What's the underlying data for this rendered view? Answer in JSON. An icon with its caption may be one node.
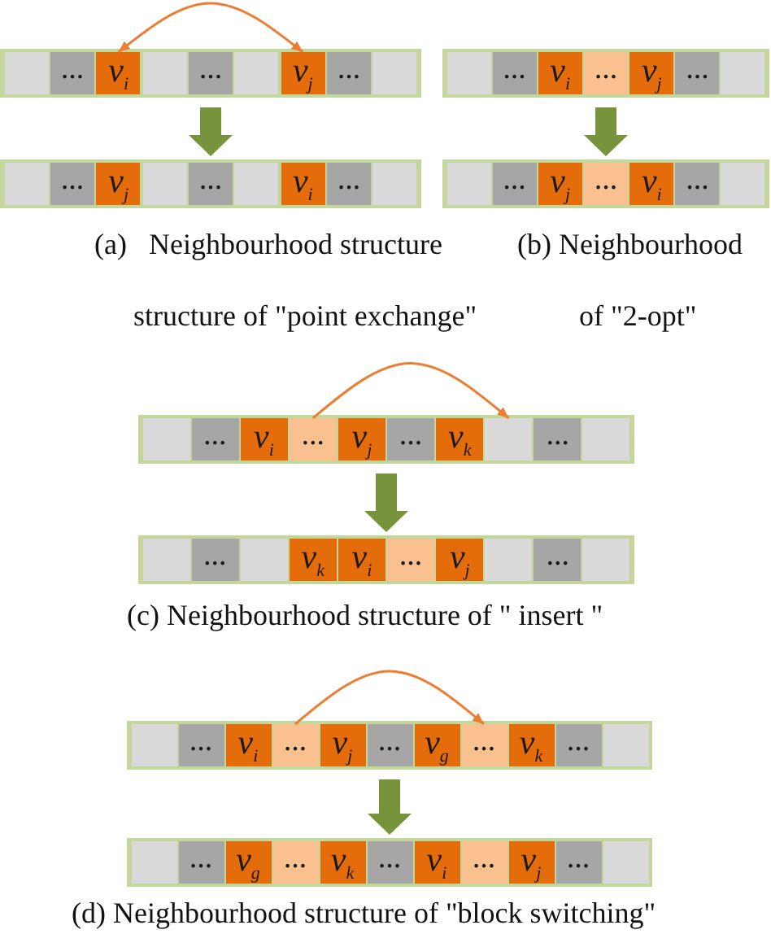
{
  "diagram": {
    "nodes": [
      {
        "text": [],
        "shape": "bar"
      },
      {
        "text": [],
        "shape": "box",
        "in": 0
      },
      {
        "text": [
          "…"
        ],
        "in": 0
      },
      {
        "text": [
          "v$_{i}$"
        ],
        "in": 0
      },
      {
        "text": [],
        "shape": "box",
        "in": 0
      },
      {
        "text": [
          "…"
        ],
        "in": 0
      },
      {
        "text": [],
        "shape": "box",
        "in": 0
      },
      {
        "text": [
          "v$_{j}$"
        ],
        "in": 0
      },
      {
        "text": [
          "…"
        ],
        "in": 0
      },
      {
        "text": [],
        "shape": "box",
        "in": 0
      },
      {
        "text": [],
        "shape": "bar"
      },
      {
        "text": [],
        "shape": "box",
        "in": 10
      },
      {
        "text": [
          "…"
        ],
        "in": 10
      },
      {
        "text": [
          "v$_{j}$"
        ],
        "in": 10
      },
      {
        "text": [],
        "shape": "box",
        "in": 10
      },
      {
        "text": [
          "…"
        ],
        "in": 10
      },
      {
        "text": [],
        "shape": "box",
        "in": 10
      },
      {
        "text": [
          "v$_{i}$"
        ],
        "in": 10
      },
      {
        "text": [
          "…"
        ],
        "in": 10
      },
      {
        "text": [],
        "shape": "box",
        "in": 10
      },
      {
        "text": [],
        "shape": "bar"
      },
      {
        "text": [],
        "shape": "box",
        "in": 20
      },
      {
        "text": [
          "…"
        ],
        "in": 20
      },
      {
        "text": [
          "v$_{i}$"
        ],
        "in": 20
      },
      {
        "text": [
          "…"
        ],
        "in": 20
      },
      {
        "text": [
          "v$_{j}$"
        ],
        "in": 20
      },
      {
        "text": [
          "…"
        ],
        "in": 20
      },
      {
        "text": [],
        "shape": "box",
        "in": 20
      },
      {
        "text": [],
        "shape": "bar"
      },
      {
        "text": [],
        "shape": "box",
        "in": 28
      },
      {
        "text": [
          "…"
        ],
        "in": 28
      },
      {
        "text": [
          "v$_{j}$"
        ],
        "in": 28
      },
      {
        "text": [
          "…"
        ],
        "in": 28
      },
      {
        "text": [
          "v$_{i}$"
        ],
        "in": 28
      },
      {
        "text": [
          "…"
        ],
        "in": 28
      },
      {
        "text": [],
        "shape": "box",
        "in": 28
      },
      {
        "text": [],
        "shape": "bar"
      },
      {
        "text": [],
        "shape": "box",
        "in": 36
      },
      {
        "text": [
          "…"
        ],
        "in": 36
      },
      {
        "text": [
          "v$_{i}$"
        ],
        "in": 36
      },
      {
        "text": [
          "…"
        ],
        "in": 36
      },
      {
        "text": [
          "v$_{j}$"
        ],
        "in": 36
      },
      {
        "text": [
          "…"
        ],
        "in": 36
      },
      {
        "text": [
          "v$_{k}$"
        ],
        "in": 36
      },
      {
        "text": [],
        "shape": "box",
        "in": 36
      },
      {
        "text": [
          "…"
        ],
        "in": 36
      },
      {
        "text": [],
        "shape": "box",
        "in": 36
      },
      {
        "text": [],
        "shape": "bar"
      },
      {
        "text": [],
        "shape": "box",
        "in": 47
      },
      {
        "text": [
          "…"
        ],
        "in": 47
      },
      {
        "text": [],
        "shape": "box",
        "in": 47
      },
      {
        "text": [
          "v$_{k}$"
        ],
        "in": 47
      },
      {
        "text": [
          "v$_{i}$"
        ],
        "in": 47
      },
      {
        "text": [
          "…"
        ],
        "in": 47
      },
      {
        "text": [
          "v$_{j}$"
        ],
        "in": 47
      },
      {
        "text": [],
        "shape": "box",
        "in": 47
      },
      {
        "text": [
          "…"
        ],
        "in": 47
      },
      {
        "text": [],
        "shape": "box",
        "in": 47
      },
      {
        "text": [],
        "shape": "bar"
      },
      {
        "text": [],
        "shape": "box",
        "in": 58
      },
      {
        "text": [
          "…"
        ],
        "in": 58
      },
      {
        "text": [
          "v$_{i}$"
        ],
        "in": 58
      },
      {
        "text": [
          "…"
        ],
        "in": 58
      },
      {
        "text": [
          "v$_{j}$"
        ],
        "in": 58
      },
      {
        "text": [
          "…"
        ],
        "in": 58
      },
      {
        "text": [
          "v$_{g}$"
        ],
        "in": 58
      },
      {
        "text": [
          "…"
        ],
        "in": 58
      },
      {
        "text": [
          "v$_{k}$"
        ],
        "in": 58
      },
      {
        "text": [
          "…"
        ],
        "in": 58
      },
      {
        "text": [],
        "shape": "box",
        "in": 58
      },
      {
        "text": [],
        "shape": "bar"
      },
      {
        "text": [],
        "shape": "box",
        "in": 70
      },
      {
        "text": [
          "…"
        ],
        "in": 70
      },
      {
        "text": [
          "v$_{g}$"
        ],
        "in": 70
      },
      {
        "text": [
          "…"
        ],
        "in": 70
      },
      {
        "text": [
          "v$_{k}$"
        ],
        "in": 70
      },
      {
        "text": [
          "…"
        ],
        "in": 70
      },
      {
        "text": [
          "v$_{i}$"
        ],
        "in": 70
      },
      {
        "text": [
          "…"
        ],
        "in": 70
      },
      {
        "text": [
          "v$_{j}$"
        ],
        "in": 70
      },
      {
        "text": [
          "…"
        ],
        "in": 70
      },
      {
        "text": [],
        "shape": "box",
        "in": 70
      }
    ],
    "edges": [
      {
        "from": 3,
        "to": 7,
        "arrow": "both",
        "color": "#ed7d31"
      },
      {
        "from": 0,
        "to": 10,
        "arrow": "to"
      },
      {
        "from": 20,
        "to": 28,
        "arrow": "to"
      },
      {
        "from": 40,
        "to": 44,
        "arrow": "to",
        "color": "#ed7d31"
      },
      {
        "from": 36,
        "to": 47,
        "arrow": "to"
      },
      {
        "from": 62,
        "to": 66,
        "arrow": "to",
        "color": "#ed7d31"
      },
      {
        "from": 58,
        "to": 70,
        "arrow": "to"
      }
    ],
    "labels": [
      "(a)   Neighbourhood structure",
      "(b) Neighbourhood",
      "structure of \"point exchange\"",
      "of \"2-opt\"",
      "(c) Neighbourhood structure of \" insert \"",
      "(d) Neighbourhood structure of \"block switching\""
    ]
  }
}
